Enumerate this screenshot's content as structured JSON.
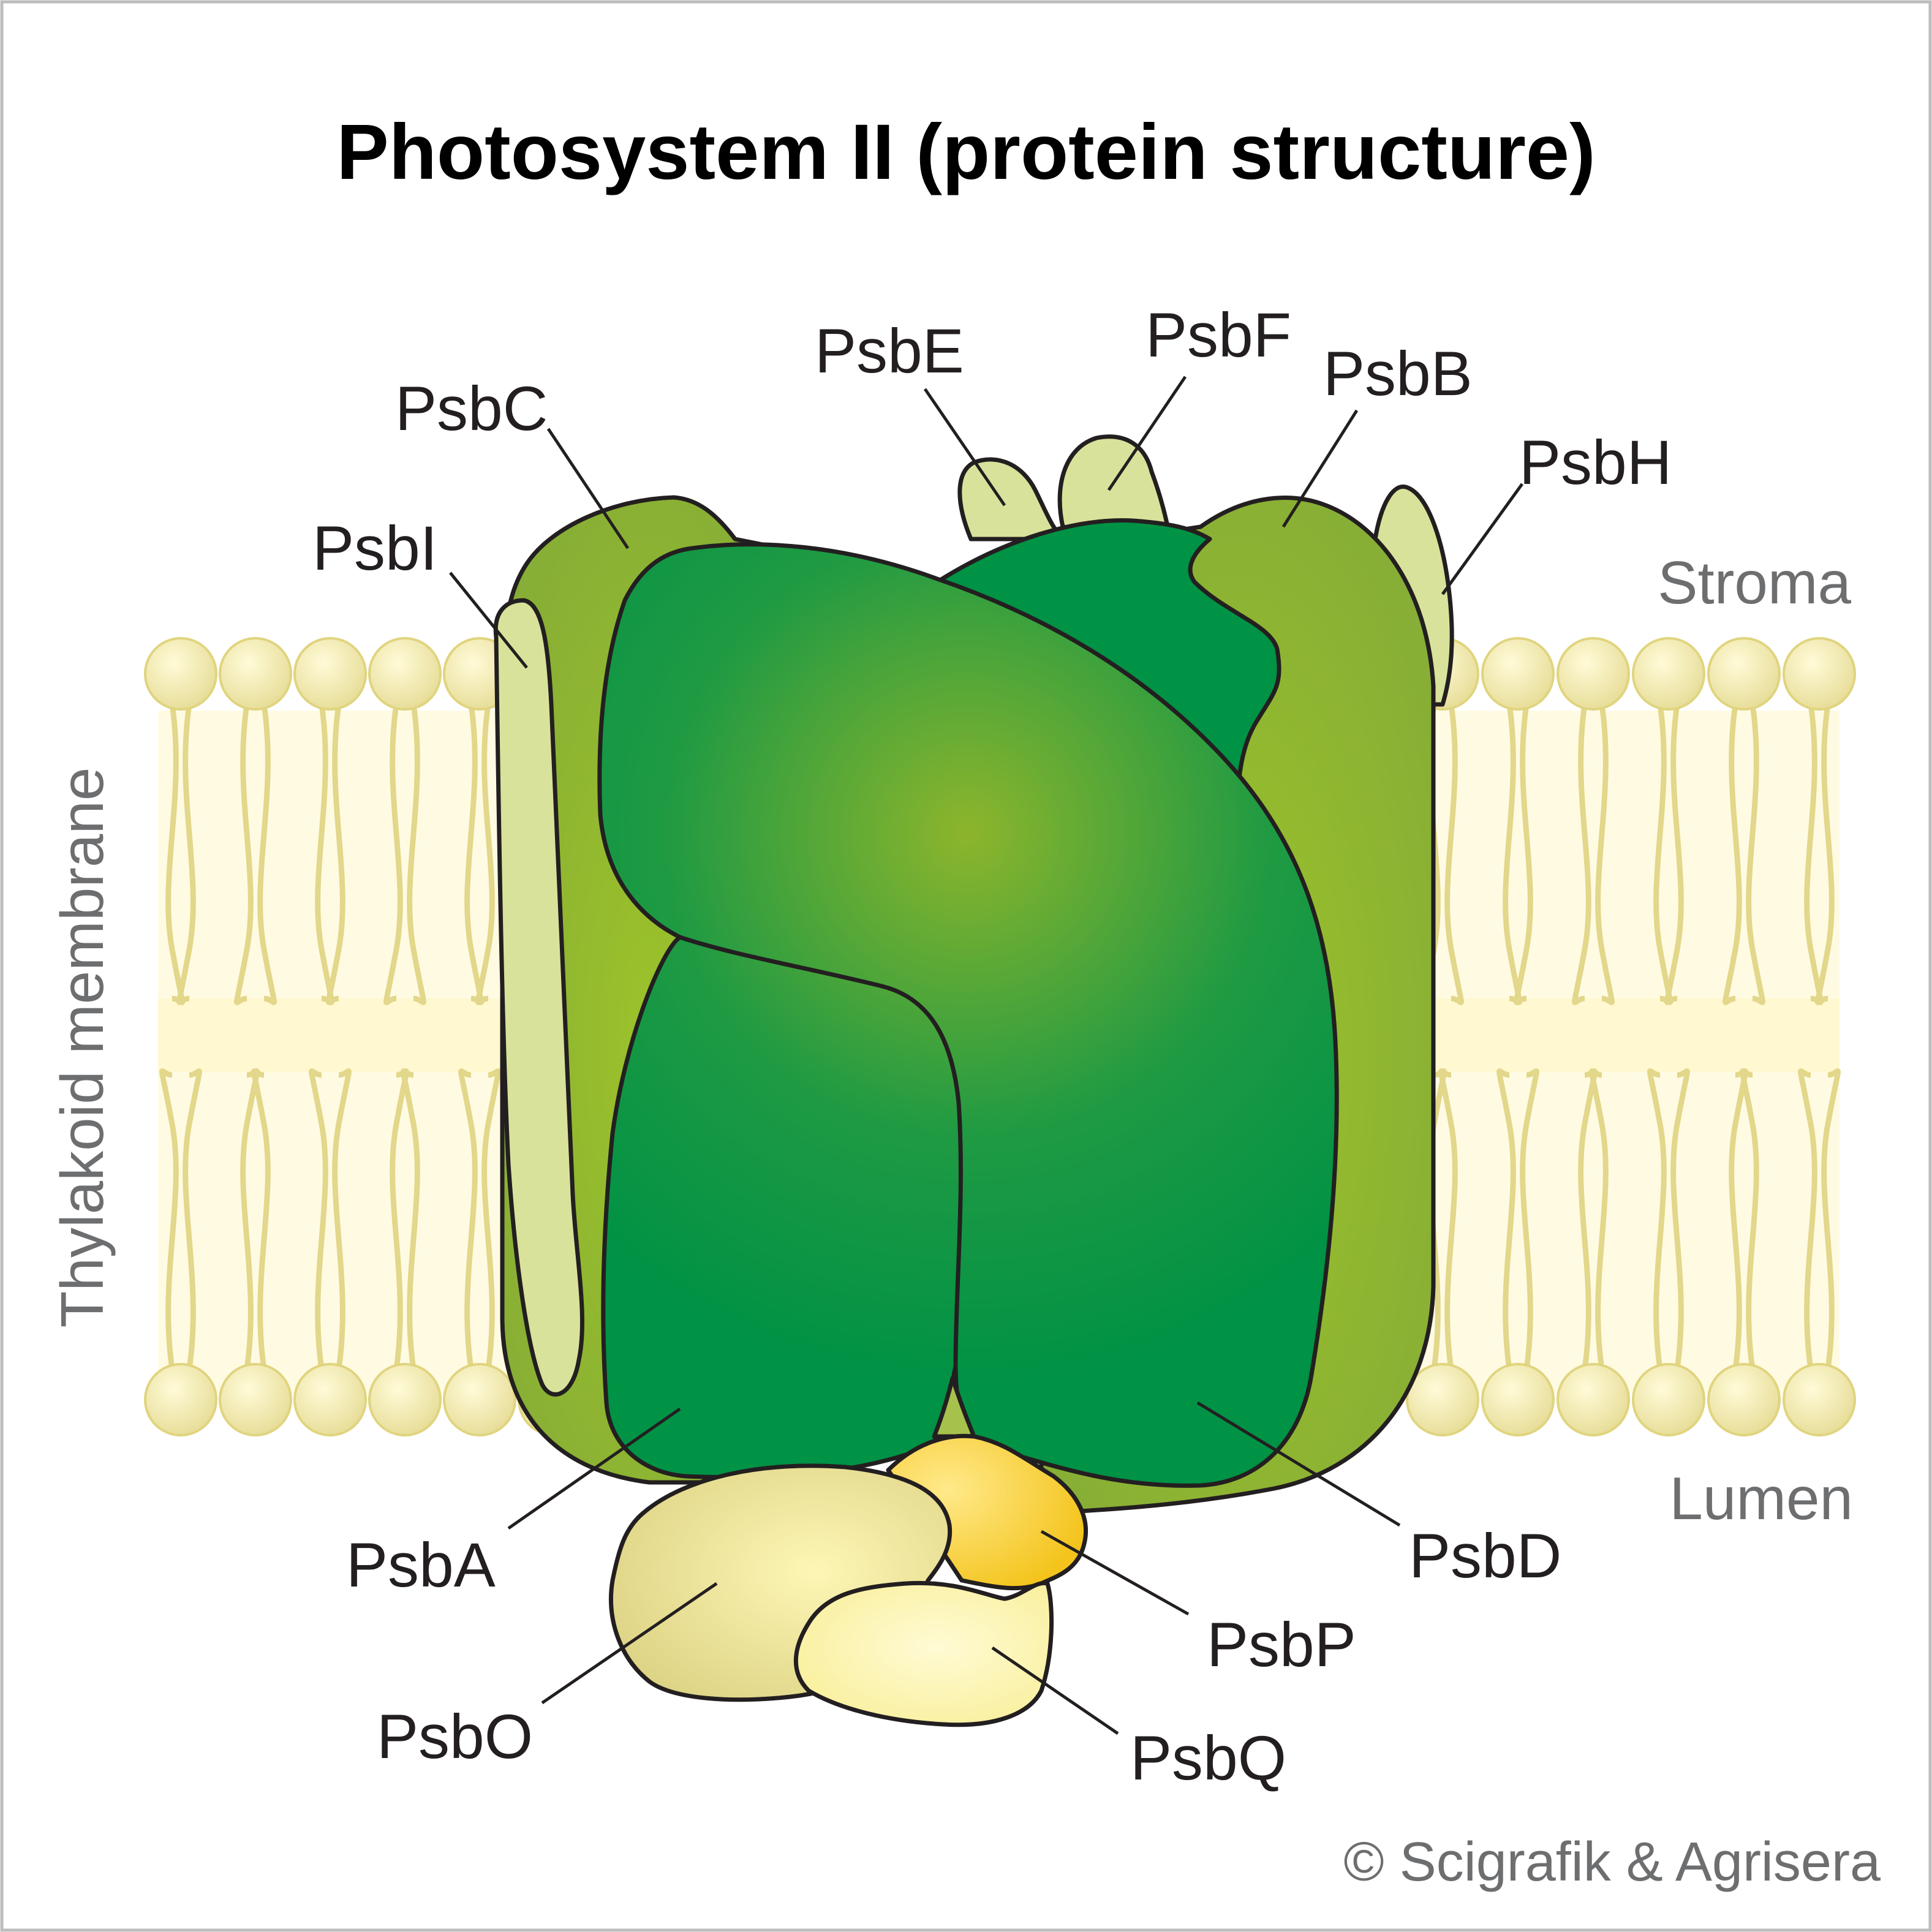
{
  "title": "Photosystem II (protein structure)",
  "regions": {
    "stroma": "Stroma",
    "lumen": "Lumen",
    "membrane": "Thylakoid membrane"
  },
  "proteins": {
    "PsbA": "PsbA",
    "PsbB": "PsbB",
    "PsbC": "PsbC",
    "PsbD": "PsbD",
    "PsbE": "PsbE",
    "PsbF": "PsbF",
    "PsbH": "PsbH",
    "PsbI": "PsbI",
    "PsbO": "PsbO",
    "PsbP": "PsbP",
    "PsbQ": "PsbQ"
  },
  "copyright": "© Scigrafik & Agrisera",
  "colors": {
    "core_green": "#009245",
    "antenna_green": "#8cb233",
    "light_green": "#d9e29a",
    "membrane_lipid": "#e3d98c",
    "psbP_yellow": "#f6cf2f",
    "psbO_cream": "#ece6a6",
    "psbQ_cream": "#fff7b0"
  }
}
